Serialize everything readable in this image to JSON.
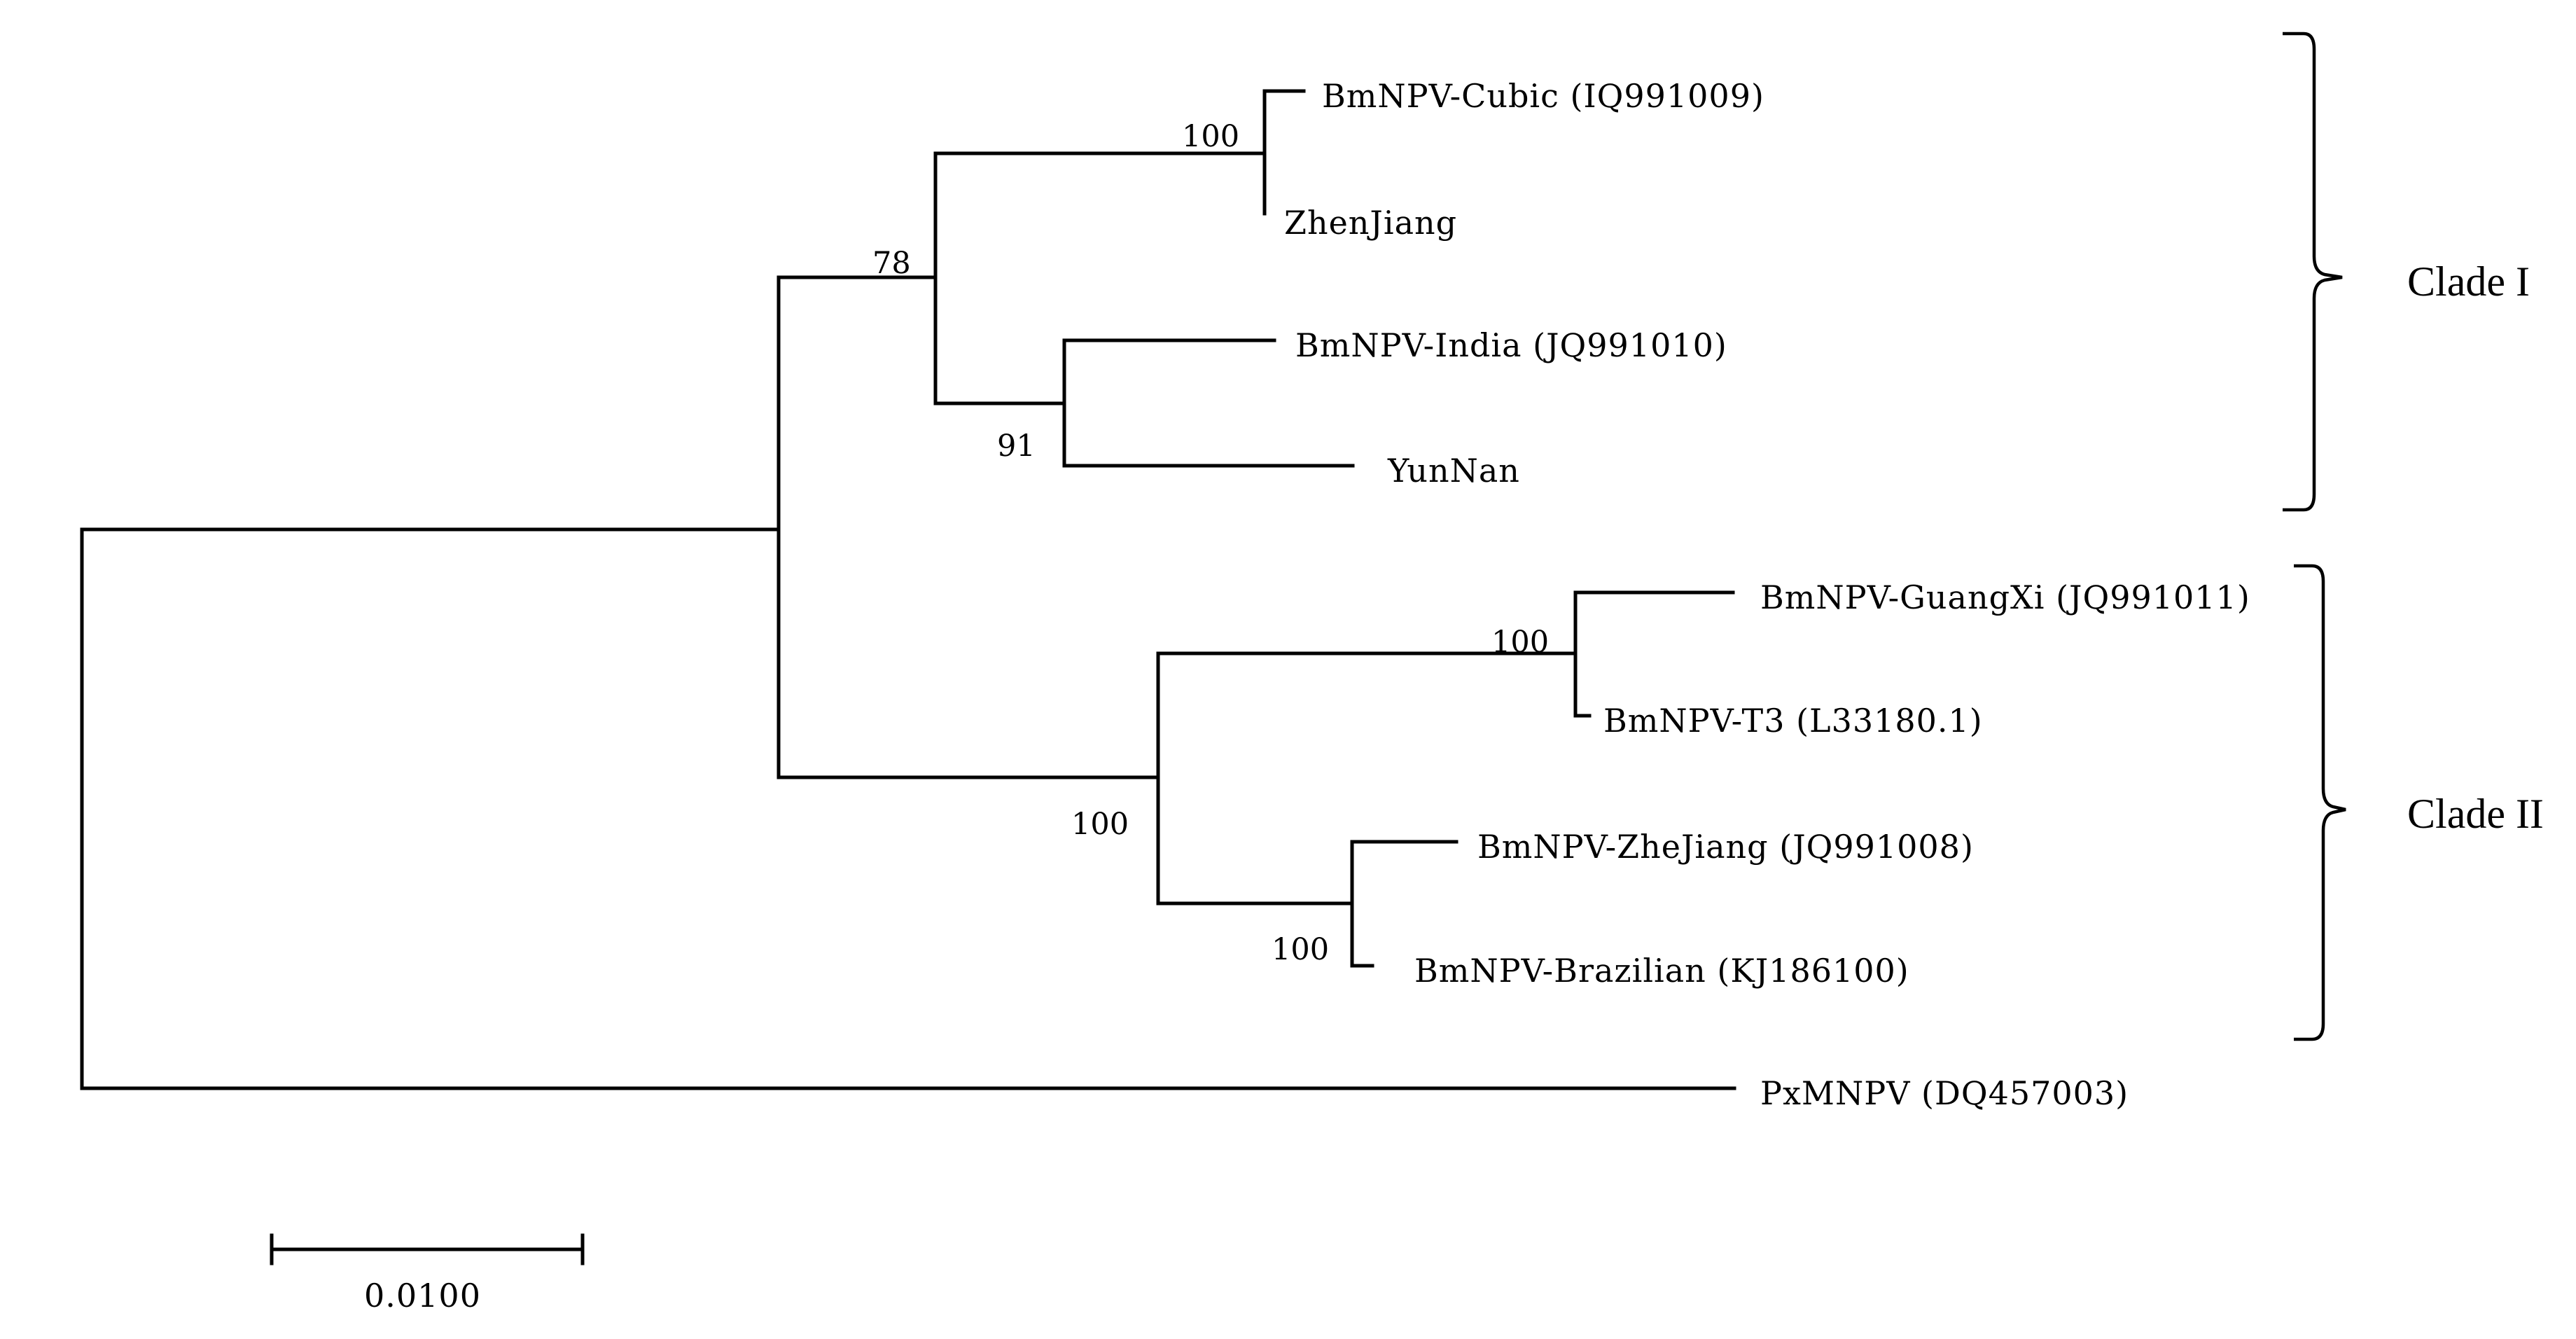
{
  "taxa": {
    "cubic": "BmNPV-Cubic (IQ991009)",
    "zhenjiang": "ZhenJiang",
    "india": "BmNPV-India (JQ991010)",
    "yunnan": "YunNan",
    "guangxi": "BmNPV-GuangXi (JQ991011)",
    "t3": "BmNPV-T3 (L33180.1)",
    "zhejiang": "BmNPV-ZheJiang (JQ991008)",
    "brazilian": "BmNPV-Brazilian (KJ186100)",
    "pxmnpv": "PxMNPV (DQ457003)"
  },
  "bootstrap": {
    "cubic_zhenjiang": "100",
    "clade1_root": "78",
    "india_yunnan": "91",
    "guangxi_t3": "100",
    "clade2_root": "100",
    "zhejiang_brazilian": "100"
  },
  "clades": {
    "clade1": "Clade I",
    "clade2": "Clade II"
  },
  "scale_bar": {
    "label": "0.0100"
  }
}
